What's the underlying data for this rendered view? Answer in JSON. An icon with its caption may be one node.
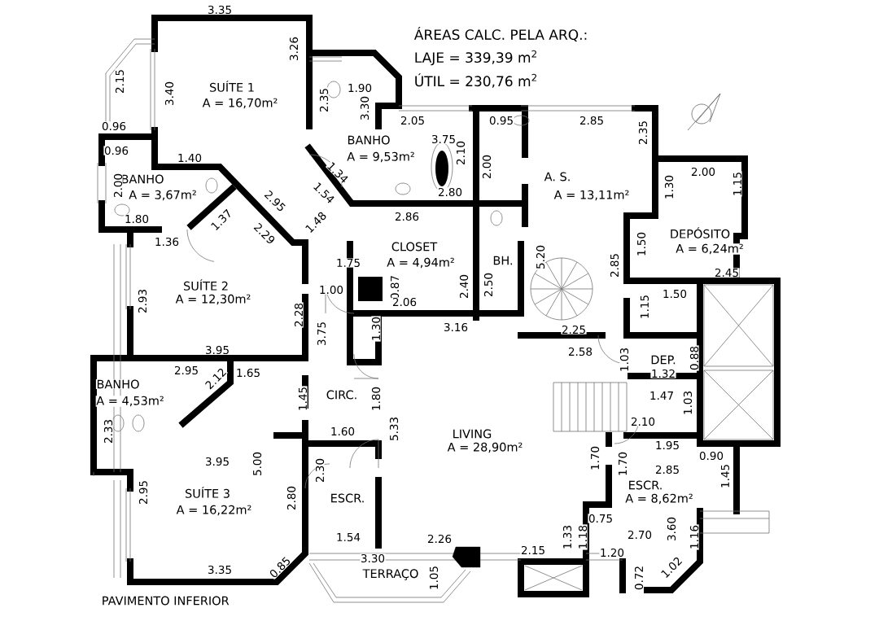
{
  "diagram": {
    "caption": "PAVIMENTO INFERIOR",
    "labels": [
      "ÁREAS CALC. PELA ARQ.:",
      "LAJE = 339,39 m$^{2}$",
      "ÚTIL = 230,76 m$^{2}$",
      "3.35",
      "3.26",
      "2.15",
      "3.40",
      "SUÍTE 1",
      "A = 16,70m²",
      "2.35",
      "1.90",
      "3.30",
      "0.96",
      "2.05",
      "0.95",
      "2.85",
      "2.35",
      "BANHO",
      "3.75",
      "2.10",
      "A = 9,53m²",
      "0.96",
      "1.40",
      "2.00",
      "2.00",
      "1.15",
      "1.34",
      "A. S.",
      "BANHO",
      "2.00",
      "1.30",
      "1.54",
      "2.80",
      "A = 13,11m²",
      "A = 3,67m²",
      "2.95",
      "2.86",
      "1.80",
      "1.37",
      "1.48",
      "2.29",
      "DEPÓSITO",
      "1.36",
      "1.50",
      "CLOSET",
      "A = 6,24m²",
      "BH.",
      "5.20",
      "1.75",
      "A = 4,94m²",
      "2.85",
      "2.45",
      "SUÍTE 2",
      "2.40",
      "2.50",
      "0.87",
      "1.00",
      "1.50",
      "A = 12,30m²",
      "2.93",
      "2.06",
      "1.15",
      "2.28",
      "3.16",
      "1.30",
      "2.25",
      "3.75",
      "3.95",
      "2.58",
      "1.03",
      "DEP.",
      "0.88",
      "2.95",
      "1.65",
      "1.32",
      "2.12",
      "BANHO",
      "CIRC.",
      "1.45",
      "1.80",
      "1.47",
      "A = 4,53m²",
      "1.03",
      "2.10",
      "2.33",
      "5.33",
      "1.60",
      "LIVING",
      "1.95",
      "A = 28,90m²",
      "0.90",
      "1.70",
      "3.95",
      "5.00",
      "1.70",
      "1.45",
      "2.85",
      "2.30",
      "ESCR.",
      "SUÍTE 3",
      "2.95",
      "ESCR.",
      "2.80",
      "A = 8,62m²",
      "A = 16,22m²",
      "0.75",
      "3.60",
      "2.70",
      "1.16",
      "1.33",
      "1.18",
      "2.26",
      "1.54",
      "2.15",
      "1.20",
      "3.30",
      "0.85",
      "1.02",
      "3.35",
      "TERRAÇO",
      "1.05",
      "0.72"
    ]
  }
}
